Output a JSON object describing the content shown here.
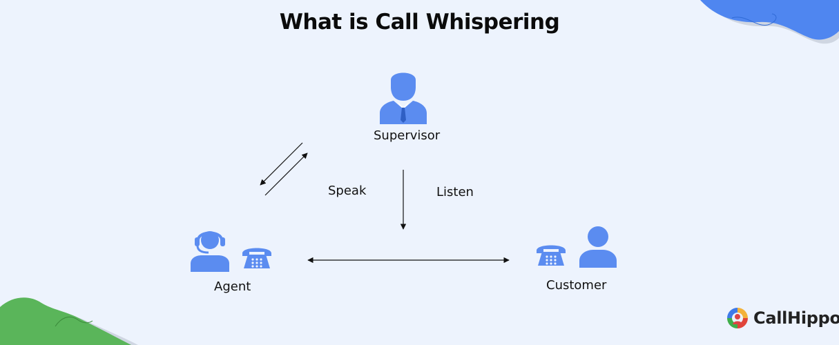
{
  "title": "What is Call Whispering",
  "nodes": {
    "supervisor": {
      "label": "Supervisor",
      "icon": "supervisor-icon"
    },
    "agent": {
      "label": "Agent",
      "icons": [
        "headset-agent-icon",
        "telephone-icon"
      ]
    },
    "customer": {
      "label": "Customer",
      "icons": [
        "telephone-icon",
        "user-icon"
      ]
    }
  },
  "edges": {
    "speak": {
      "label": "Speak",
      "from": "supervisor",
      "to": "agent",
      "direction": "bidirectional"
    },
    "listen": {
      "label": "Listen",
      "from": "supervisor",
      "to": "call",
      "direction": "one-way"
    },
    "call": {
      "from": "agent",
      "to": "customer",
      "direction": "bidirectional"
    }
  },
  "brand": {
    "name": "CallHippo",
    "icon": "callhippo-logo-icon"
  },
  "colors": {
    "background": "#edf3fd",
    "icon_blue": "#5b8cf0",
    "green_blob": "#5ab55a",
    "blue_blob": "#4f86f0",
    "text": "#111111"
  }
}
